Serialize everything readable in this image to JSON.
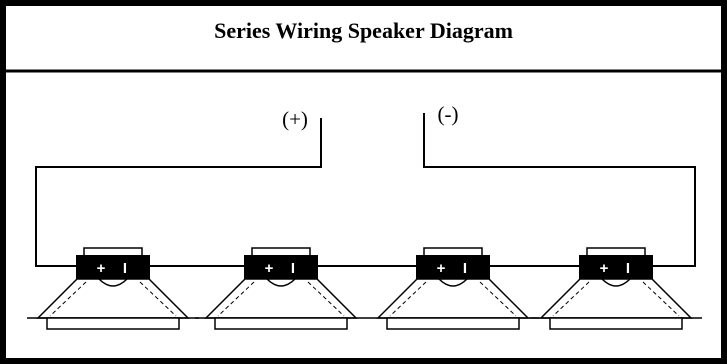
{
  "diagram": {
    "title": "Series Wiring Speaker Diagram",
    "terminals": {
      "positive_label": "(+)",
      "negative_label": "(-)"
    },
    "speakers": [
      {
        "plus": "+",
        "minus": "I"
      },
      {
        "plus": "+",
        "minus": "I"
      },
      {
        "plus": "+",
        "minus": "I"
      },
      {
        "plus": "+",
        "minus": "I"
      }
    ],
    "colors": {
      "line": "#000000",
      "background": "#ffffff",
      "magnet": "#000000"
    }
  }
}
